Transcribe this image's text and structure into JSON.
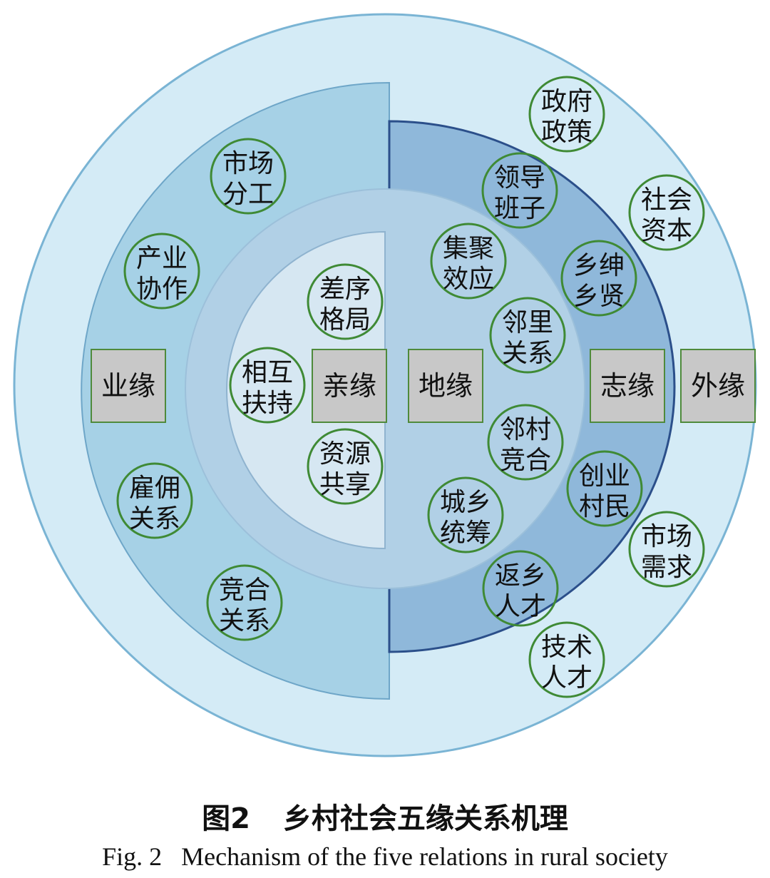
{
  "colors": {
    "outer_ring": "#d4ebf6",
    "outer_stroke": "#7ab4d4",
    "left_half": "#a6d1e6",
    "right_half": "#8fb8da",
    "right_stroke": "#2b4f8a",
    "middle_ring": "#b1d0e6",
    "inner_half": "#d6e7f2",
    "box_fill": "#c8c8c8",
    "box_stroke": "#4f8a3b",
    "bubble_stroke": "#3f8a35"
  },
  "boxes": [
    {
      "id": "yeyuan",
      "label": "业缘"
    },
    {
      "id": "qinyuan",
      "label": "亲缘"
    },
    {
      "id": "diyuan",
      "label": "地缘"
    },
    {
      "id": "zhiyuan",
      "label": "志缘"
    },
    {
      "id": "waiyuan",
      "label": "外缘"
    }
  ],
  "bubbles": [
    {
      "id": "zhengfu-zhengce",
      "line1": "政府",
      "line2": "政策"
    },
    {
      "id": "shichang-fengong",
      "line1": "市场",
      "line2": "分工"
    },
    {
      "id": "lingdao-banzi",
      "line1": "领导",
      "line2": "班子"
    },
    {
      "id": "shehui-ziben",
      "line1": "社会",
      "line2": "资本"
    },
    {
      "id": "jiju-xiaoying",
      "line1": "集聚",
      "line2": "效应"
    },
    {
      "id": "chanye-xiezuo",
      "line1": "产业",
      "line2": "协作"
    },
    {
      "id": "xiangshen-xiangxian",
      "line1": "乡绅",
      "line2": "乡贤"
    },
    {
      "id": "chaxu-geju",
      "line1": "差序",
      "line2": "格局"
    },
    {
      "id": "linli-guanxi",
      "line1": "邻里",
      "line2": "关系"
    },
    {
      "id": "xianghu-fuchi",
      "line1": "相互",
      "line2": "扶持"
    },
    {
      "id": "lincun-jinghe",
      "line1": "邻村",
      "line2": "竞合"
    },
    {
      "id": "ziyuan-gongxiang",
      "line1": "资源",
      "line2": "共享"
    },
    {
      "id": "chuangye-cunmin",
      "line1": "创业",
      "line2": "村民"
    },
    {
      "id": "guyong-guanxi",
      "line1": "雇佣",
      "line2": "关系"
    },
    {
      "id": "chengxiang-tongchou",
      "line1": "城乡",
      "line2": "统筹"
    },
    {
      "id": "shichang-xuqiu",
      "line1": "市场",
      "line2": "需求"
    },
    {
      "id": "fanxiang-rencai",
      "line1": "返乡",
      "line2": "人才"
    },
    {
      "id": "jinghe-guanxi",
      "line1": "竞合",
      "line2": "关系"
    },
    {
      "id": "jishu-rencai",
      "line1": "技术",
      "line2": "人才"
    }
  ],
  "caption": {
    "cn_fig": "图2",
    "cn_title": "乡村社会五缘关系机理",
    "en": "Fig. 2   Mechanism of the five relations in rural society"
  }
}
